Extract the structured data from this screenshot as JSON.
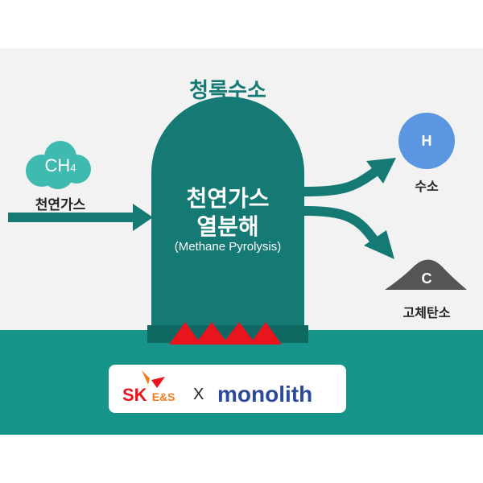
{
  "title": "청록수소",
  "input": {
    "formula_main": "CH",
    "formula_sub": "4",
    "label": "천연가스"
  },
  "reactor": {
    "line1": "천연가스",
    "line2": "열분해",
    "subtitle": "(Methane Pyrolysis)"
  },
  "outputs": [
    {
      "symbol": "H",
      "label": "수소"
    },
    {
      "symbol": "C",
      "label": "고체탄소"
    }
  ],
  "partners": {
    "left": "SK",
    "left_sub": "E&S",
    "separator": "X",
    "right": "monolith"
  },
  "colors": {
    "teal": "#147a73",
    "band": "#17948a",
    "cloud": "#3fbab1",
    "hydrogen": "#5b97e0",
    "flame": "#e8141e",
    "bg": "#f2f2f2"
  }
}
